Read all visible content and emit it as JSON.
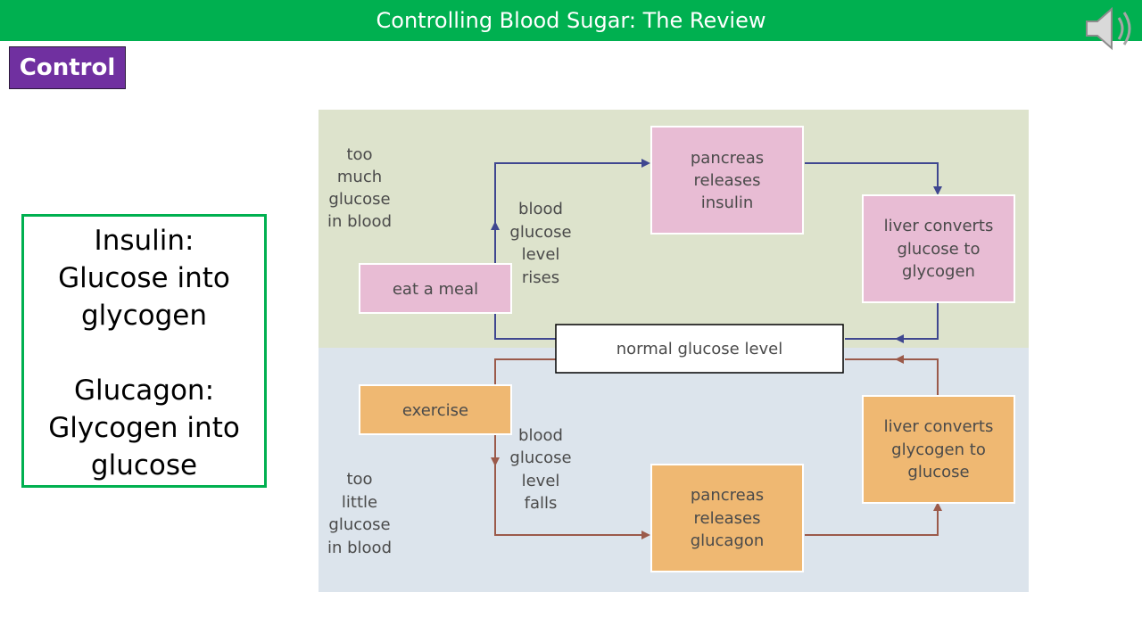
{
  "header": {
    "title": "Controlling Blood Sugar: The Review",
    "audio_icon": "speaker-icon"
  },
  "section_tag": "Control",
  "summary": {
    "insulin_heading": "Insulin:",
    "insulin_line1": "Glucose into",
    "insulin_line2": "glycogen",
    "glucagon_heading": "Glucagon:",
    "glucagon_line1": "Glycogen into",
    "glucagon_line2": "glucose"
  },
  "diagram": {
    "colors": {
      "upper_region": "#dde3cc",
      "lower_region": "#dce4ec",
      "pink_box": "#e8bcd4",
      "orange_box": "#efb872",
      "blue_arrow": "#3f4790",
      "brown_arrow": "#9b5a4a"
    },
    "high_state": {
      "line1": "too",
      "line2": "much",
      "line3": "glucose",
      "line4": "in blood"
    },
    "low_state": {
      "line1": "too",
      "line2": "little",
      "line3": "glucose",
      "line4": "in blood"
    },
    "rise_label": {
      "line1": "blood",
      "line2": "glucose",
      "line3": "level",
      "line4": "rises"
    },
    "fall_label": {
      "line1": "blood",
      "line2": "glucose",
      "line3": "level",
      "line4": "falls"
    },
    "eat_meal": "eat a meal",
    "exercise": "exercise",
    "normal_level": "normal glucose level",
    "insulin_release": {
      "line1": "pancreas",
      "line2": "releases",
      "line3": "insulin"
    },
    "glucagon_release": {
      "line1": "pancreas",
      "line2": "releases",
      "line3": "glucagon"
    },
    "liver_to_glycogen": {
      "line1": "liver converts",
      "line2": "glucose to",
      "line3": "glycogen"
    },
    "liver_to_glucose": {
      "line1": "liver converts",
      "line2": "glycogen to",
      "line3": "glucose"
    }
  }
}
